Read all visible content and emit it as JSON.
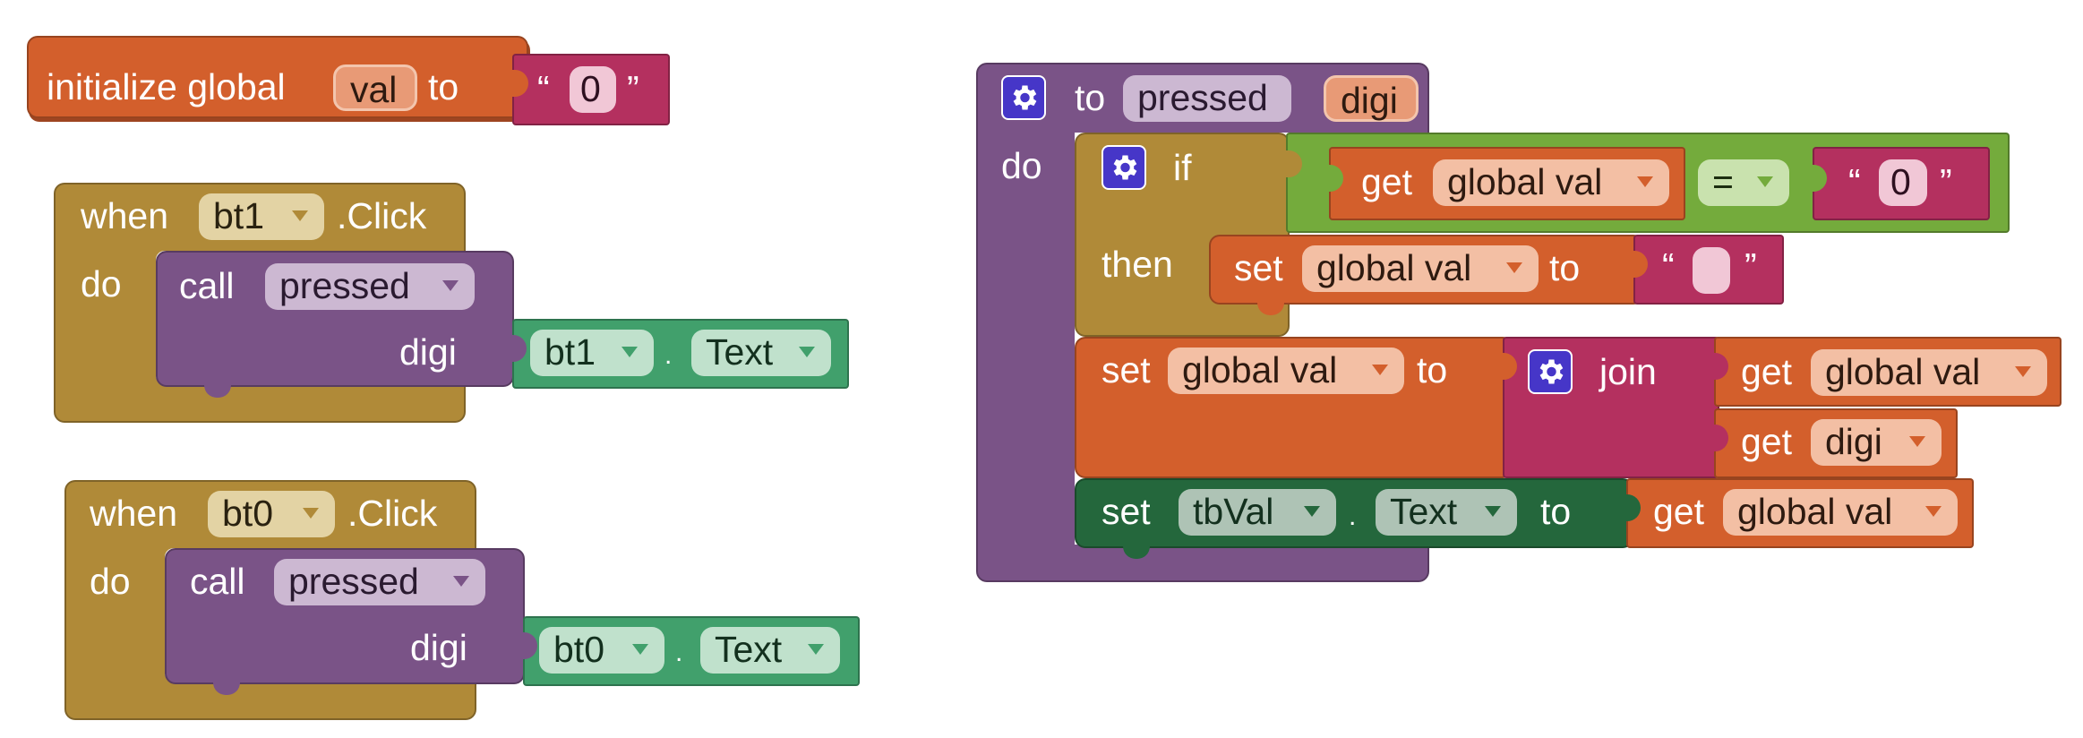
{
  "blocks": {
    "init_global": {
      "keyword": "initialize global",
      "var_name": "val",
      "to": "to",
      "value": "0",
      "open_quote": "“",
      "close_quote": "”"
    },
    "bt1_click": {
      "when": "when",
      "component": "bt1",
      "event": ".Click",
      "do": "do",
      "call": "call",
      "procedure": "pressed",
      "param": "digi",
      "arg_component": "bt1",
      "dot": ".",
      "arg_property": "Text"
    },
    "bt0_click": {
      "when": "when",
      "component": "bt0",
      "event": ".Click",
      "do": "do",
      "call": "call",
      "procedure": "pressed",
      "param": "digi",
      "arg_component": "bt0",
      "dot": ".",
      "arg_property": "Text"
    },
    "procedure": {
      "to": "to",
      "name": "pressed",
      "param": "digi",
      "do": "do",
      "if_block": {
        "if": "if",
        "then": "then",
        "get": "get",
        "get_var": "global val",
        "compare_op": "=",
        "compare_value": "0",
        "open_quote": "“",
        "close_quote": "”",
        "set": "set",
        "set_var": "global val",
        "set_to": "to",
        "set_value": ""
      },
      "set_join": {
        "set": "set",
        "set_var": "global val",
        "to": "to",
        "join": "join",
        "get1": "get",
        "get1_var": "global val",
        "get2": "get",
        "get2_var": "digi"
      },
      "set_text": {
        "set": "set",
        "component": "tbVal",
        "dot": ".",
        "property": "Text",
        "to": "to",
        "get": "get",
        "get_var": "global val"
      }
    }
  },
  "icons": {
    "mutator": "gear-icon",
    "dropdown": "triangle-down-icon"
  },
  "colors": {
    "variables": "#d35f2c",
    "text": "#b4305f",
    "control_events": "#b08a38",
    "procedures": "#7a5387",
    "components": "#41a06c",
    "logic": "#74ab3c",
    "component_setters": "#24673c",
    "workspace": "#ffffff"
  }
}
